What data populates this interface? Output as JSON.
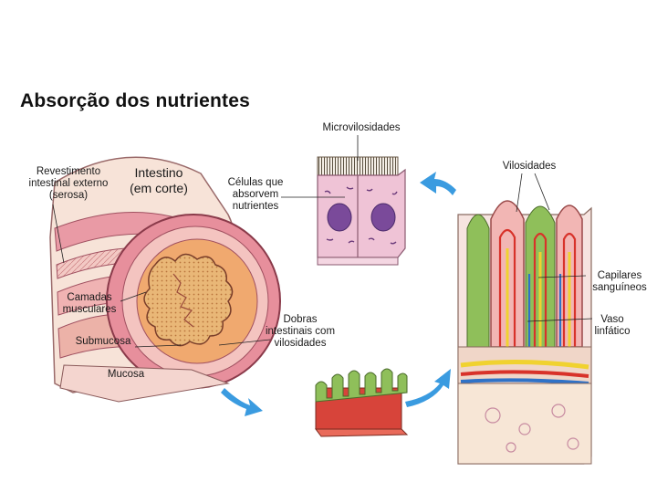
{
  "title": "Absorção dos nutrientes",
  "labels": {
    "microvilosidades": "Microvilosidades",
    "vilosidades": "Vilosidades",
    "revestimento": "Revestimento intestinal externo (serosa)",
    "intestino": "Intestino (em corte)",
    "celulas": "Células que absorvem nutrientes",
    "capilares": "Capilares sanguíneos",
    "camadas": "Camadas musculares",
    "dobras": "Dobras intestinais com vilosidades",
    "vaso": "Vaso linfático",
    "submucosa": "Submucosa",
    "mucosa": "Mucosa"
  },
  "colors": {
    "cell_pink": "#efc3d6",
    "nucleus_purple": "#7a4a9a",
    "villus_pink": "#f2b6b4",
    "villus_green": "#8fbf5a",
    "capillary_red": "#d8322a",
    "lymph_yellow": "#f0d230",
    "vein_blue": "#2f72c8",
    "arrow_blue": "#3a9be0",
    "muscle_pink": "#e8a0a8",
    "mucosa_orange": "#e7b06c"
  }
}
